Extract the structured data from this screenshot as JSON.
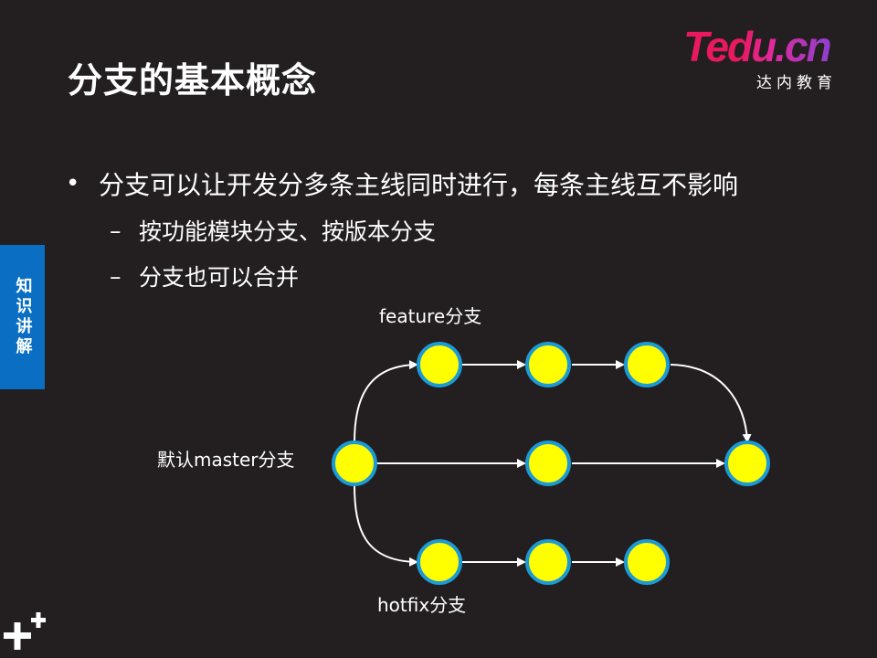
{
  "slide": {
    "title": "分支的基本概念",
    "side_tab": "知识讲解"
  },
  "logo": {
    "word": "Tedu.cn",
    "sub": "达内教育"
  },
  "bullets": {
    "main": "分支可以让开发分多条主线同时进行，每条主线互不影响",
    "sub": [
      "按功能模块分支、按版本分支",
      "分支也可以合并"
    ],
    "bullet_glyph": "•",
    "dash_glyph": "–"
  },
  "diagram": {
    "labels": {
      "feature": "feature分支",
      "master": "默认master分支",
      "hotfix": "hotfix分支"
    },
    "node_fill": "#ffff00",
    "node_stroke": "#1b9ad6",
    "arrow_color": "#ffffff"
  },
  "colors": {
    "background": "#231f20",
    "side_tab": "#0a6fc2",
    "logo_primary": "#e8195f",
    "logo_secondary": "#8e3fcf"
  }
}
